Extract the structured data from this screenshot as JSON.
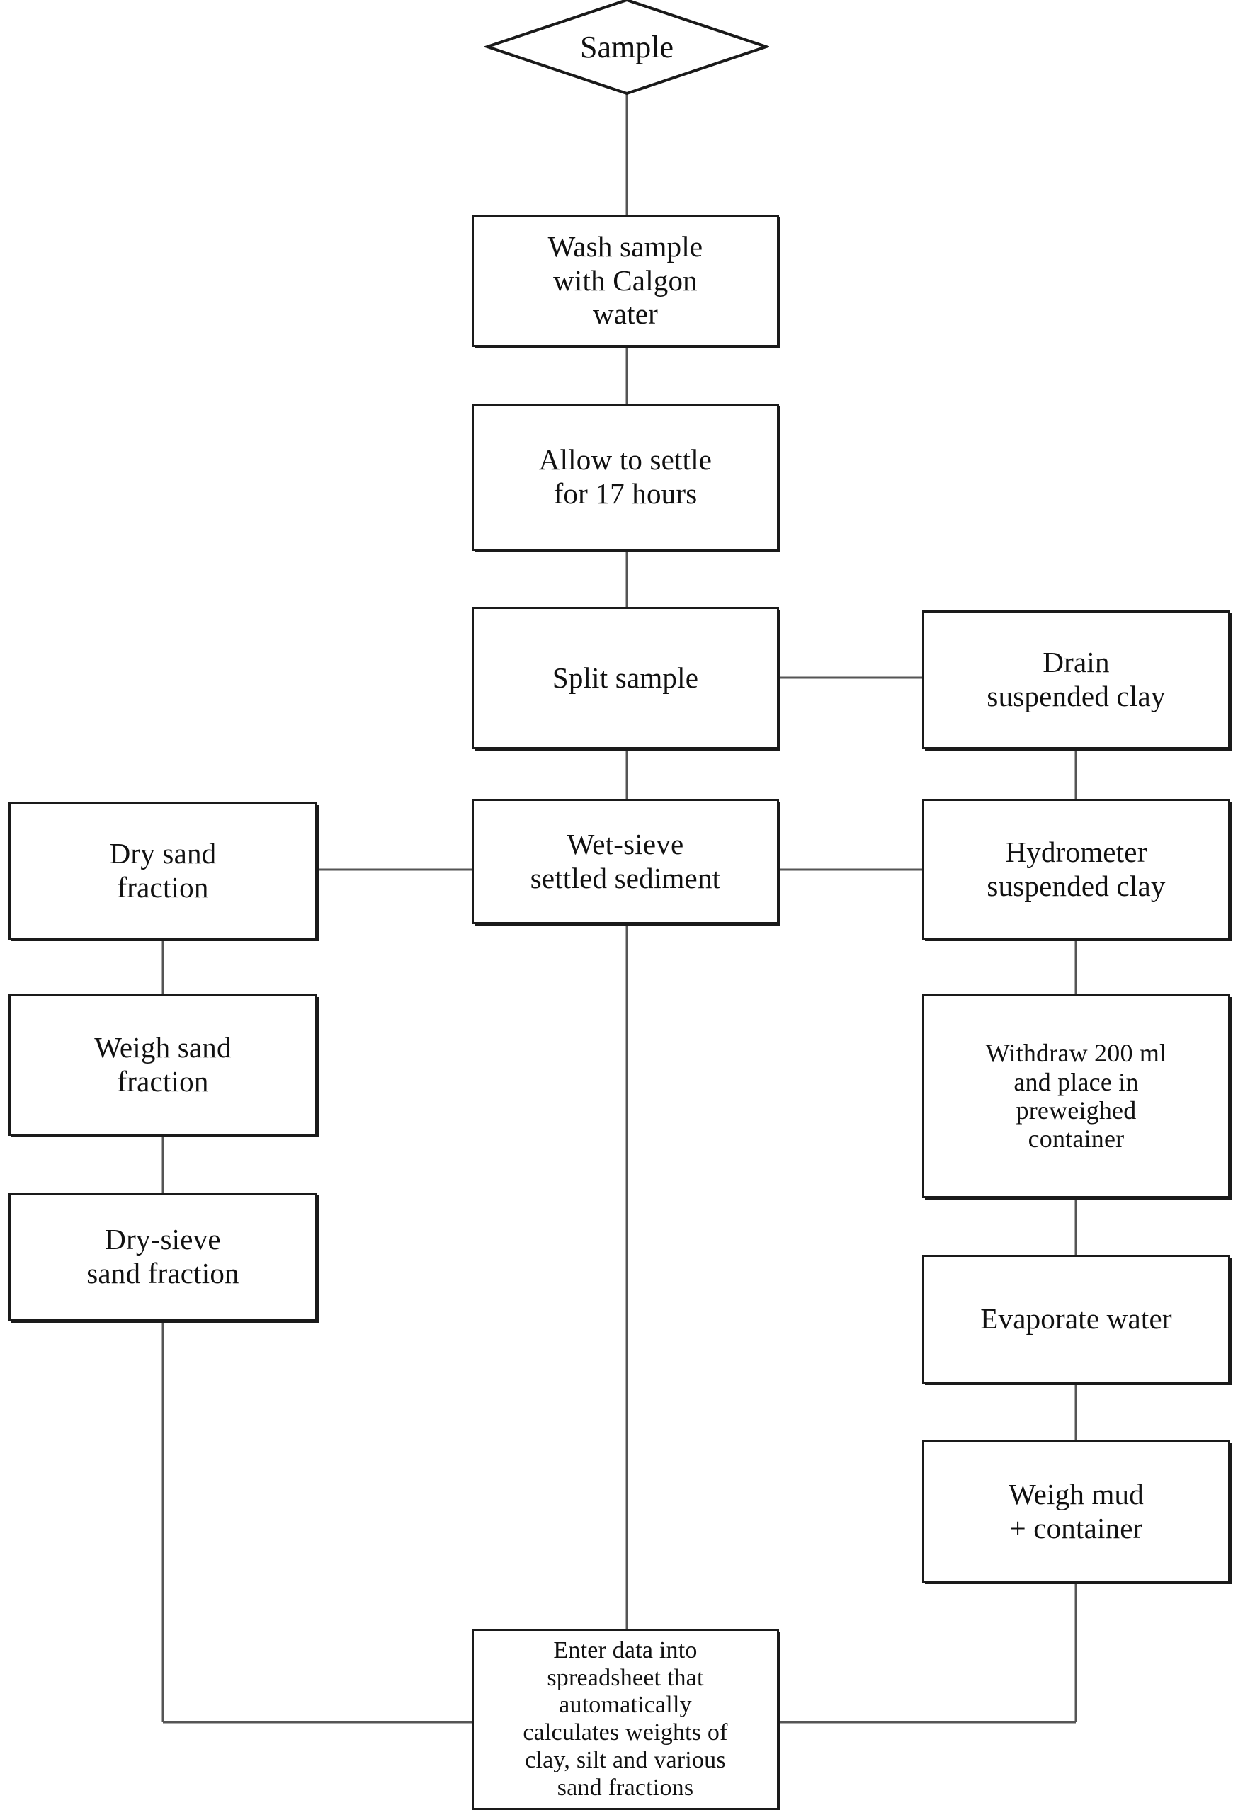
{
  "diagram": {
    "title": "Sediment grain-size analysis procedure flowchart",
    "orientation": "top-to-bottom",
    "stroke_color": "#1a1a1a",
    "connector_color": "#555555",
    "background_color": "#ffffff"
  },
  "nodes": [
    {
      "id": "sample",
      "shape": "diamond",
      "text": "Sample"
    },
    {
      "id": "wash",
      "shape": "rectangle",
      "text": "Wash sample\nwith Calgon\nwater"
    },
    {
      "id": "settle",
      "shape": "rectangle",
      "text": "Allow to settle\nfor 17 hours"
    },
    {
      "id": "split",
      "shape": "rectangle",
      "text": "Split sample"
    },
    {
      "id": "drain",
      "shape": "rectangle",
      "text": "Drain\nsuspended clay"
    },
    {
      "id": "wetsieve",
      "shape": "rectangle",
      "text": "Wet-sieve\nsettled sediment"
    },
    {
      "id": "drysand",
      "shape": "rectangle",
      "text": "Dry sand\nfraction"
    },
    {
      "id": "hydrometer",
      "shape": "rectangle",
      "text": "Hydrometer\nsuspended clay"
    },
    {
      "id": "weighsand",
      "shape": "rectangle",
      "text": "Weigh sand\nfraction"
    },
    {
      "id": "withdraw",
      "shape": "rectangle",
      "text": "Withdraw 200 ml\nand place in\npreweighed\ncontainer"
    },
    {
      "id": "drysieve",
      "shape": "rectangle",
      "text": "Dry-sieve\nsand fraction"
    },
    {
      "id": "evaporate",
      "shape": "rectangle",
      "text": "Evaporate water"
    },
    {
      "id": "weighmud",
      "shape": "rectangle",
      "text": "Weigh mud\n+ container"
    },
    {
      "id": "enterdata",
      "shape": "rectangle",
      "text": "Enter data into\nspreadsheet that\nautomatically\ncalculates weights of\nclay, silt and various\nsand fractions"
    }
  ],
  "edges": [
    {
      "from": "sample",
      "to": "wash",
      "type": "vertical"
    },
    {
      "from": "wash",
      "to": "settle",
      "type": "vertical"
    },
    {
      "from": "settle",
      "to": "split",
      "type": "vertical"
    },
    {
      "from": "split",
      "to": "drain",
      "type": "horizontal"
    },
    {
      "from": "split",
      "to": "wetsieve",
      "type": "vertical"
    },
    {
      "from": "drain",
      "to": "hydrometer",
      "type": "vertical"
    },
    {
      "from": "wetsieve",
      "to": "drysand",
      "type": "horizontal"
    },
    {
      "from": "wetsieve",
      "to": "hydrometer",
      "type": "horizontal"
    },
    {
      "from": "wetsieve",
      "to": "enterdata",
      "type": "vertical"
    },
    {
      "from": "drysand",
      "to": "weighsand",
      "type": "vertical"
    },
    {
      "from": "weighsand",
      "to": "drysieve",
      "type": "vertical"
    },
    {
      "from": "drysieve",
      "to": "enterdata",
      "type": "elbow-right"
    },
    {
      "from": "hydrometer",
      "to": "withdraw",
      "type": "vertical"
    },
    {
      "from": "withdraw",
      "to": "evaporate",
      "type": "vertical"
    },
    {
      "from": "evaporate",
      "to": "weighmud",
      "type": "vertical"
    },
    {
      "from": "weighmud",
      "to": "enterdata",
      "type": "elbow-left"
    }
  ]
}
